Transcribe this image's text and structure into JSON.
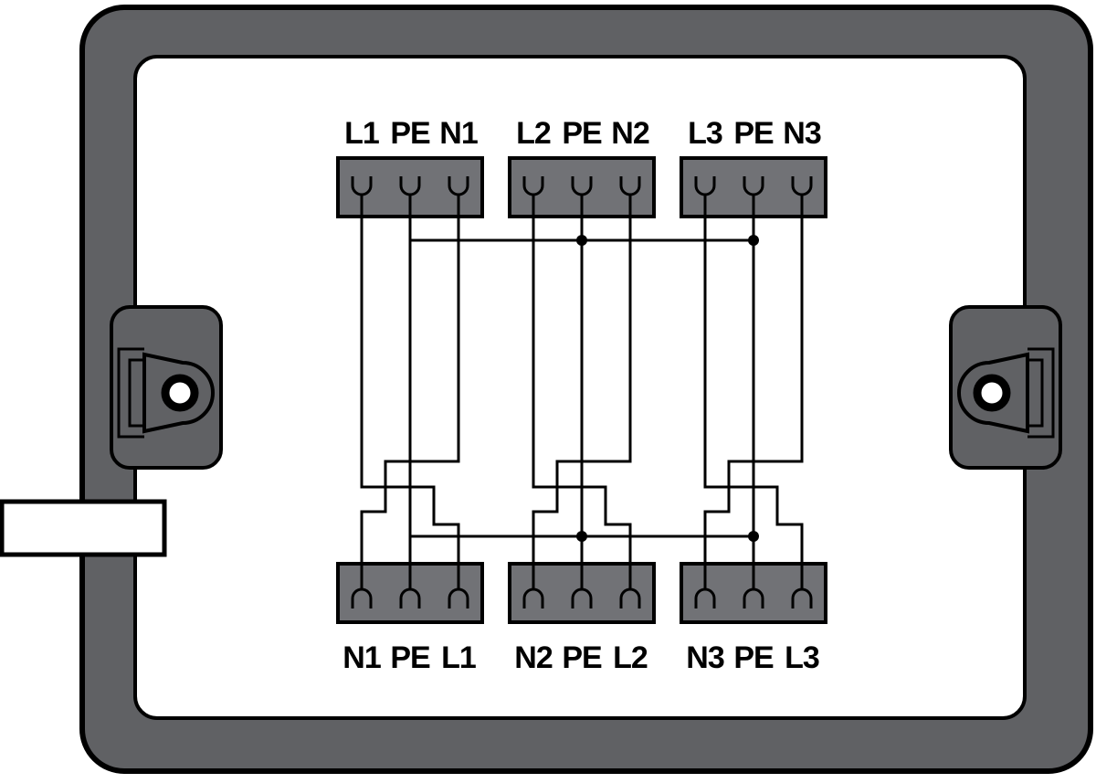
{
  "diagram": {
    "kind": "distribution-box-wiring",
    "description": "Three-phase distribution box internal wiring with PE bus, top terminal strips L/PE/N and bottom terminal strips N/PE/L"
  },
  "colors": {
    "enclosure_gray": "#606164",
    "terminal_gray": "#717276",
    "panel_white": "#ffffff",
    "line_black": "#000000"
  },
  "top_row": [
    {
      "terminals": [
        "L1",
        "PE",
        "N1"
      ]
    },
    {
      "terminals": [
        "L2",
        "PE",
        "N2"
      ]
    },
    {
      "terminals": [
        "L3",
        "PE",
        "N3"
      ]
    }
  ],
  "bottom_row": [
    {
      "terminals": [
        "N1",
        "PE",
        "L1"
      ]
    },
    {
      "terminals": [
        "N2",
        "PE",
        "L2"
      ]
    },
    {
      "terminals": [
        "N3",
        "PE",
        "L3"
      ]
    }
  ]
}
